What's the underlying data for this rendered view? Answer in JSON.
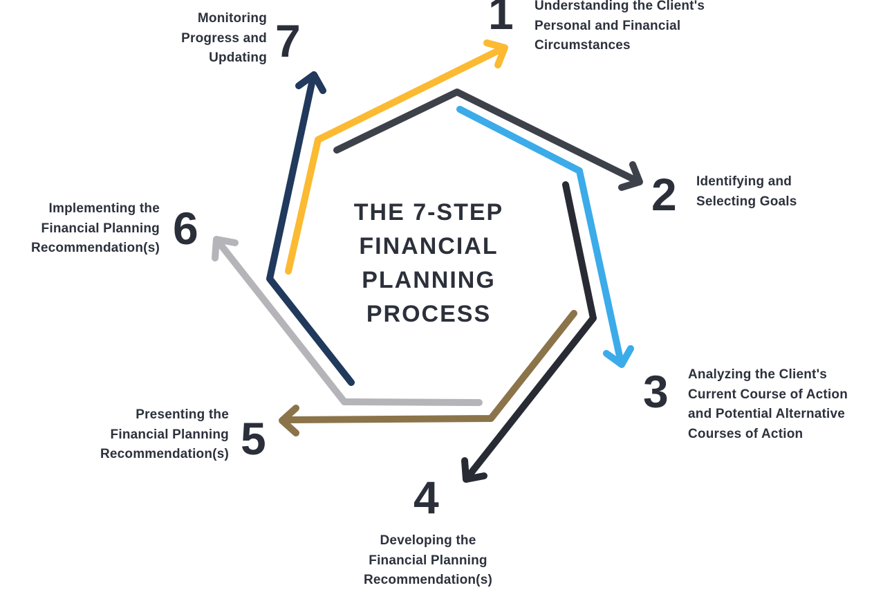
{
  "title": "THE 7-STEP\nFINANCIAL\nPLANNING\nPROCESS",
  "steps": [
    {
      "number": "1",
      "label": "Understanding the Client's\nPersonal and Financial\nCircumstances"
    },
    {
      "number": "2",
      "label": "Identifying and\nSelecting Goals"
    },
    {
      "number": "3",
      "label": "Analyzing the Client's\nCurrent Course of Action\nand Potential Alternative\nCourses of Action"
    },
    {
      "number": "4",
      "label": "Developing the\nFinancial Planning\nRecommendation(s)"
    },
    {
      "number": "5",
      "label": "Presenting the\nFinancial Planning\nRecommendation(s)"
    },
    {
      "number": "6",
      "label": "Implementing the\nFinancial Planning\nRecommendation(s)"
    },
    {
      "number": "7",
      "label": "Monitoring\nProgress and\nUpdating"
    }
  ],
  "colors": {
    "background": "#ffffff",
    "text": "#2c313c",
    "numbers": "#2b2f3a"
  },
  "arrows": {
    "to_step_1": {
      "color": "#fcba32"
    },
    "to_step_2": {
      "color": "#3d414a"
    },
    "to_step_3": {
      "color": "#3babea"
    },
    "to_step_4": {
      "color": "#282b33"
    },
    "to_step_5": {
      "color": "#8b744a"
    },
    "to_step_6": {
      "color": "#b5b4b8"
    },
    "to_step_7": {
      "color": "#20395c"
    }
  }
}
